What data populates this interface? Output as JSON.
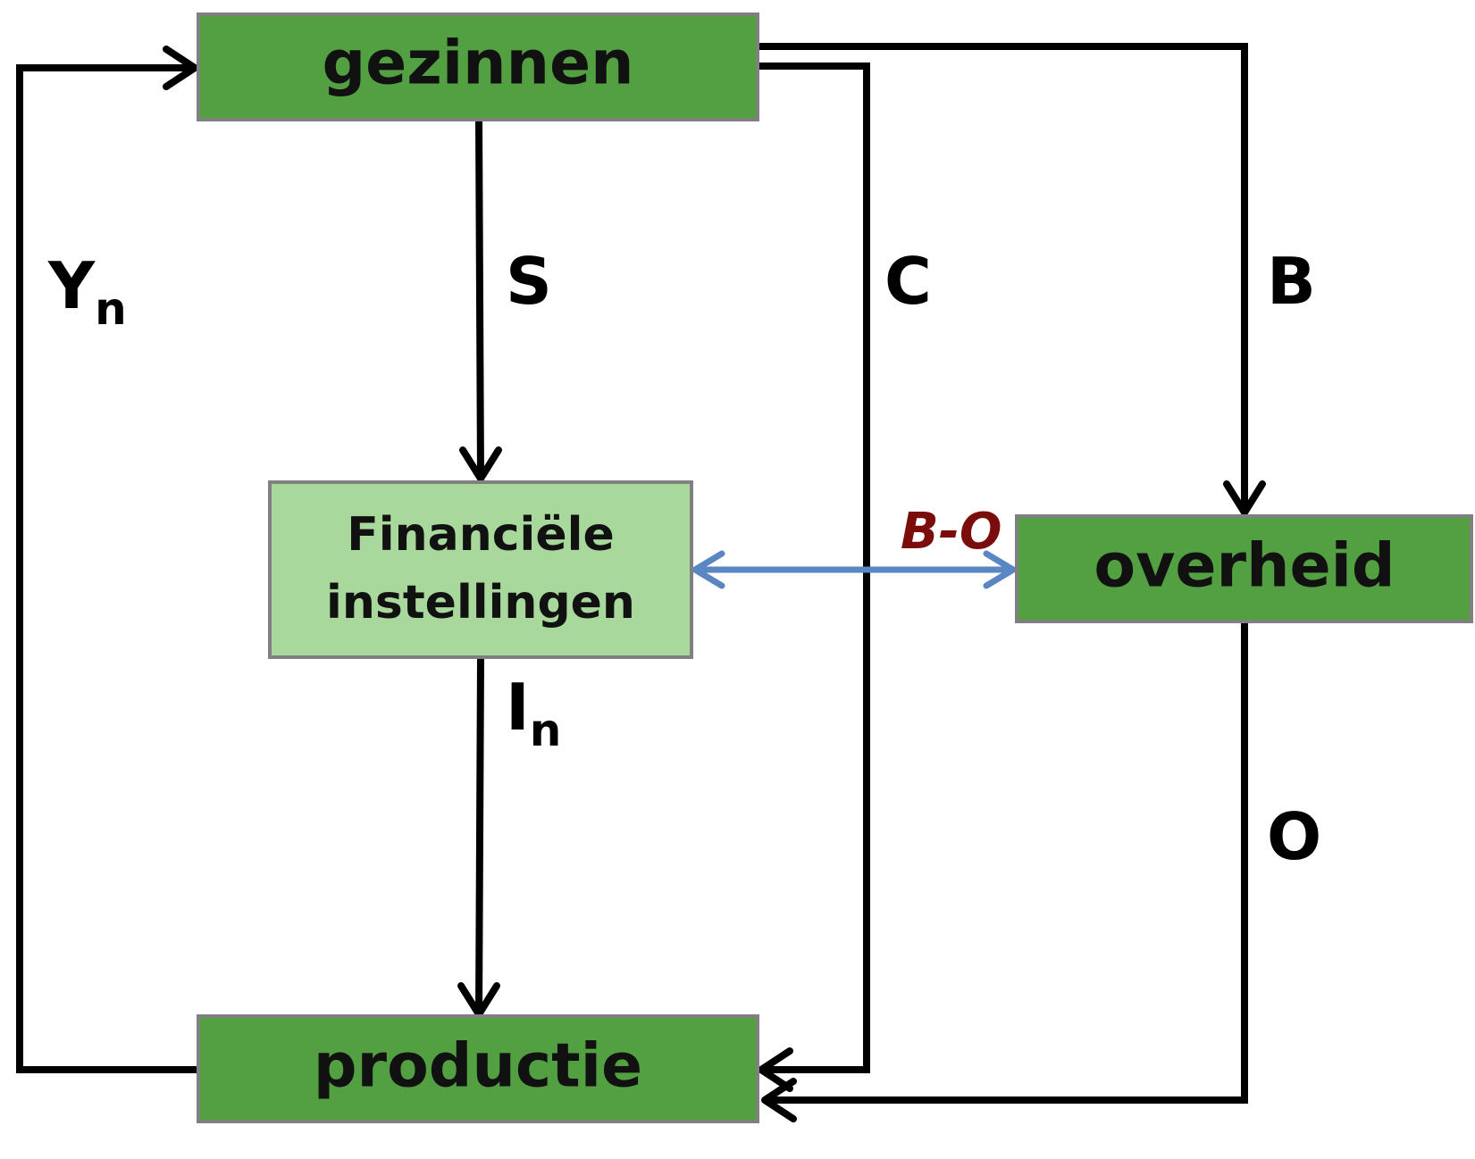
{
  "colors": {
    "node_dark": "#53a042",
    "node_light": "#a8d89c",
    "node_border": "#808080",
    "flow_black": "#000000",
    "flow_blue": "#5a86c2",
    "label_darkred": "#7a0c0c"
  },
  "nodes": {
    "gezinnen": "gezinnen",
    "financiele_line1": "Financiële",
    "financiele_line2": "instellingen",
    "overheid": "overheid",
    "productie": "productie"
  },
  "flows": {
    "yn_main": "Y",
    "yn_sub": "n",
    "s": "S",
    "c": "C",
    "b": "B",
    "in_main": "I",
    "in_sub": "n",
    "o": "O",
    "b_min_o": "B-O"
  }
}
